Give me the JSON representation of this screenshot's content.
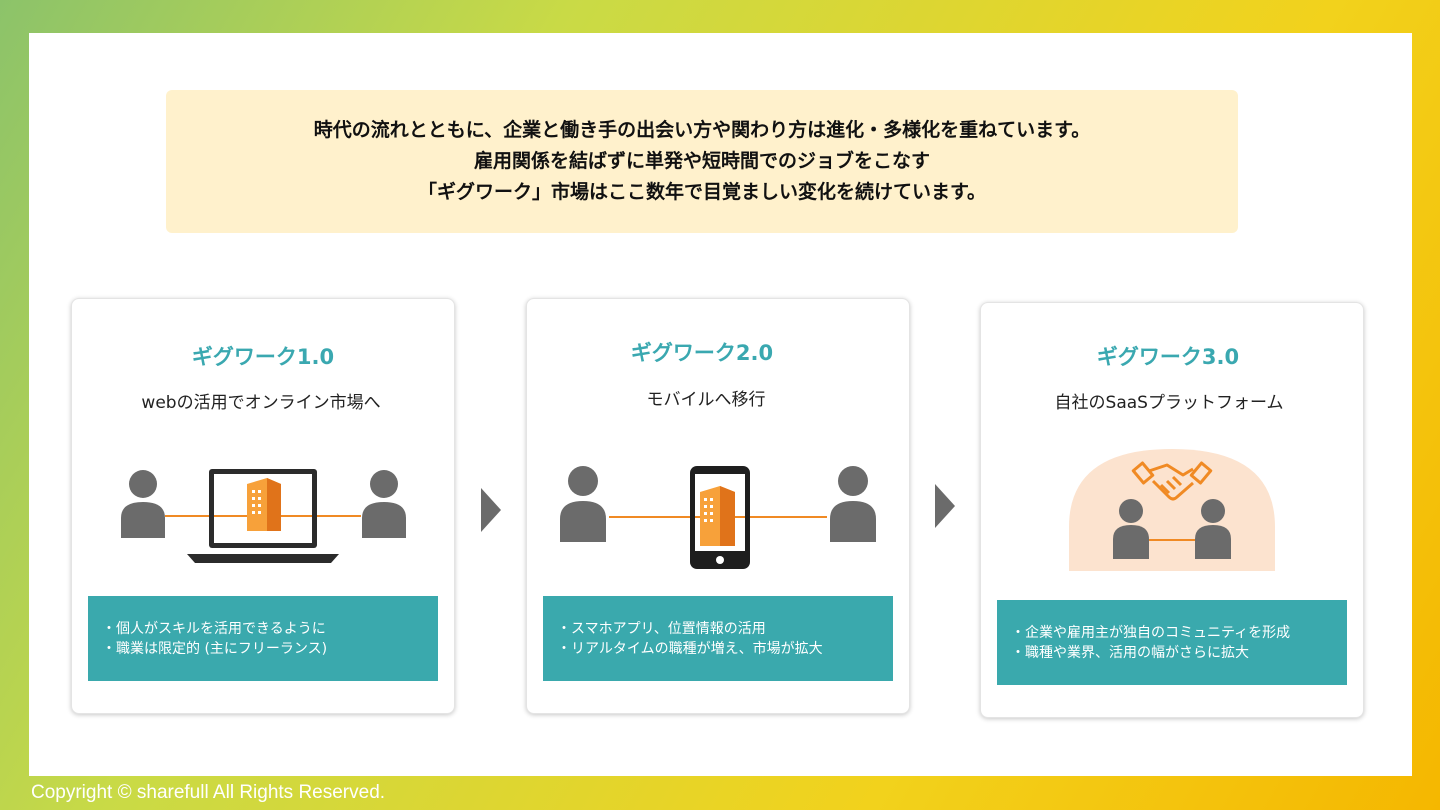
{
  "intro": {
    "lines": [
      "時代の流れとともに、企業と働き手の出会い方や関わり方は進化・多様化を重ねています。",
      "雇用関係を結ばずに単発や短時間でのジョブをこなす",
      "「ギグワーク」市場はここ数年で目覚ましい変化を続けています。"
    ]
  },
  "cards": [
    {
      "title": "ギグワーク1.0",
      "subtitle": "webの活用でオンライン市場へ",
      "illustration": "laptop-connecting-people-icon",
      "bullets": [
        "・個人がスキルを活用できるように",
        "・職業は限定的 (主にフリーランス)"
      ]
    },
    {
      "title": "ギグワーク2.0",
      "subtitle": "モバイルへ移行",
      "illustration": "smartphone-connecting-people-icon",
      "bullets": [
        "・スマホアプリ、位置情報の活用",
        "・リアルタイムの職種が増え、市場が拡大"
      ]
    },
    {
      "title": "ギグワーク3.0",
      "subtitle": "自社のSaaSプラットフォーム",
      "illustration": "handshake-community-icon",
      "bullets": [
        "・企業や雇用主が独自のコミュニティを形成",
        "・職種や業界、活用の幅がさらに拡大"
      ]
    }
  ],
  "footer": {
    "copyright": "Copyright © sharefull All Rights Reserved."
  },
  "colors": {
    "accent": "#3aa8b0",
    "box": "#3aa9ad",
    "orange": "#f08a24",
    "person": "#6b6b6b",
    "intro_bg": "#fff1cc"
  }
}
